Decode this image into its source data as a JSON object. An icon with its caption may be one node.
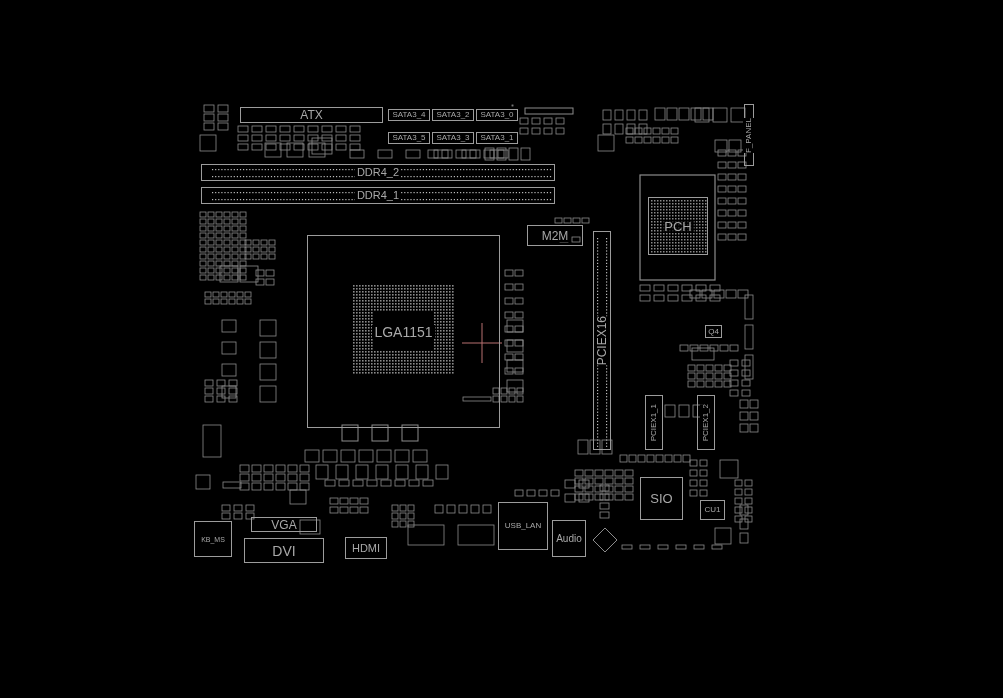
{
  "diagram": {
    "nodes": [
      {
        "text": [
          "ATX"
        ]
      },
      {
        "text": [
          "SATA3_4"
        ]
      },
      {
        "text": [
          "SATA3_2"
        ]
      },
      {
        "text": [
          "SATA3_0"
        ]
      },
      {
        "text": [
          "SATA3_5"
        ]
      },
      {
        "text": [
          "SATA3_3"
        ]
      },
      {
        "text": [
          "SATA3_1"
        ]
      },
      {
        "text": [
          "F_PANEL"
        ]
      },
      {
        "text": [
          "DDR4_2"
        ]
      },
      {
        "text": [
          "DDR4_1"
        ]
      },
      {
        "text": [
          "M2M"
        ]
      },
      {
        "text": [
          "PCH"
        ]
      },
      {
        "text": [
          "LGA1151"
        ]
      },
      {
        "text": [
          "PCIEX16"
        ]
      },
      {
        "text": [
          "Q4"
        ]
      },
      {
        "text": [
          "PCIEX1_1"
        ]
      },
      {
        "text": [
          "PCIEX1_2"
        ]
      },
      {
        "text": [
          "SIO"
        ]
      },
      {
        "text": [
          "CU1"
        ]
      },
      {
        "text": [
          "VGA"
        ]
      },
      {
        "text": [
          "KB_MS"
        ]
      },
      {
        "text": [
          "DVI"
        ]
      },
      {
        "text": [
          "HDMI"
        ]
      },
      {
        "text": [
          "USB_LAN"
        ]
      },
      {
        "text": [
          "Audio"
        ]
      }
    ],
    "edges": []
  }
}
